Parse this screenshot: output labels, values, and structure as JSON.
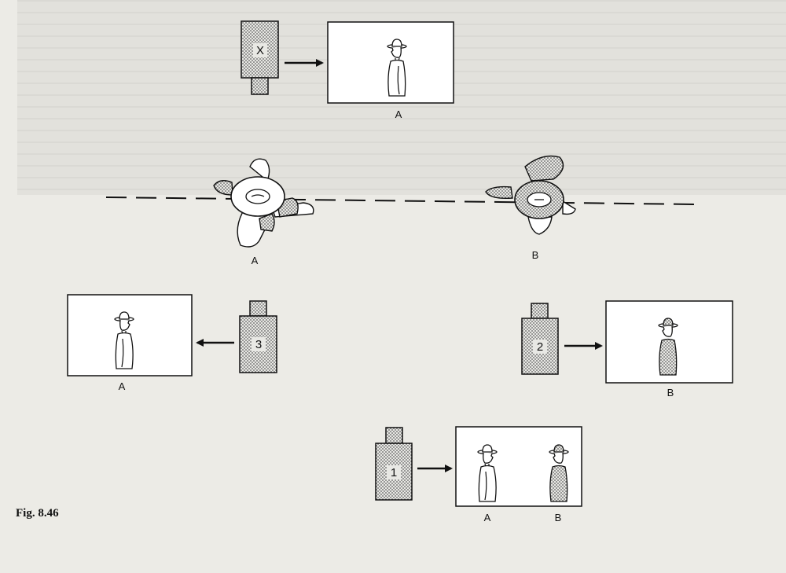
{
  "figure": {
    "caption": "Fig. 8.46",
    "shots": [
      {
        "camera": "X",
        "frame_labels": [
          "A"
        ]
      },
      {
        "camera": "3",
        "frame_labels": [
          "A"
        ]
      },
      {
        "camera": "2",
        "frame_labels": [
          "B"
        ]
      },
      {
        "camera": "1",
        "frame_labels": [
          "A",
          "B"
        ]
      }
    ],
    "overhead_labels": [
      "A",
      "B"
    ],
    "colors": {
      "ink": "#111111",
      "paper": "#ecebe6",
      "stipple": "#8a8a8a"
    }
  }
}
